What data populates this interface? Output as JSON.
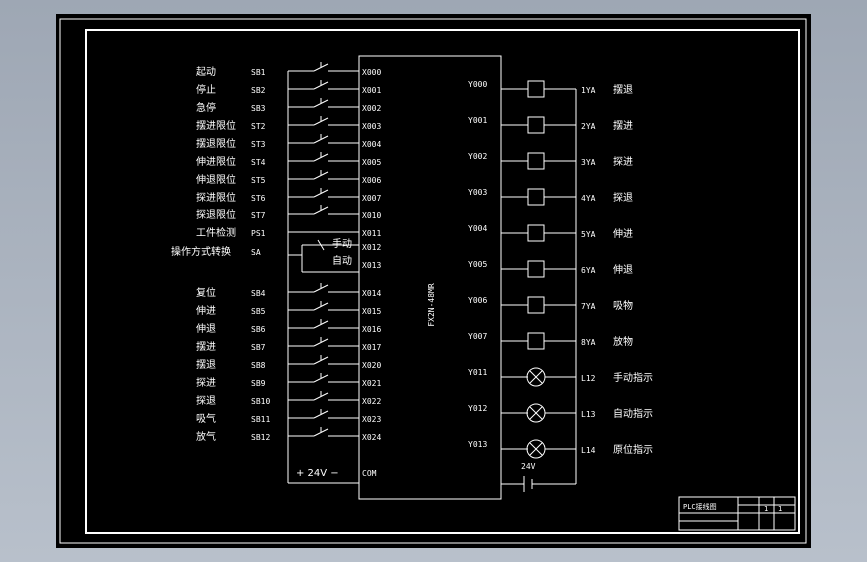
{
  "plc_model": "FX2N-48MR",
  "inputs": [
    {
      "label": "起动",
      "tag": "SB1",
      "terminal": "X000"
    },
    {
      "label": "停止",
      "tag": "SB2",
      "terminal": "X001"
    },
    {
      "label": "急停",
      "tag": "SB3",
      "terminal": "X002"
    },
    {
      "label": "摆进限位",
      "tag": "ST2",
      "terminal": "X003"
    },
    {
      "label": "摆退限位",
      "tag": "ST3",
      "terminal": "X004"
    },
    {
      "label": "伸进限位",
      "tag": "ST4",
      "terminal": "X005"
    },
    {
      "label": "伸退限位",
      "tag": "ST5",
      "terminal": "X006"
    },
    {
      "label": "探进限位",
      "tag": "ST6",
      "terminal": "X007"
    },
    {
      "label": "探退限位",
      "tag": "ST7",
      "terminal": "X010"
    },
    {
      "label": "工件检测",
      "tag": "PS1",
      "terminal": "X011"
    }
  ],
  "selector": {
    "label": "操作方式转换",
    "tag": "SA",
    "opt1": "手动",
    "opt2": "自动",
    "terminal1": "X012",
    "terminal2": "X013"
  },
  "inputs2": [
    {
      "label": "复位",
      "tag": "SB4",
      "terminal": "X014"
    },
    {
      "label": "伸进",
      "tag": "SB5",
      "terminal": "X015"
    },
    {
      "label": "伸退",
      "tag": "SB6",
      "terminal": "X016"
    },
    {
      "label": "摆进",
      "tag": "SB7",
      "terminal": "X017"
    },
    {
      "label": "摆退",
      "tag": "SB8",
      "terminal": "X020"
    },
    {
      "label": "探进",
      "tag": "SB9",
      "terminal": "X021"
    },
    {
      "label": "探退",
      "tag": "SB10",
      "terminal": "X022"
    },
    {
      "label": "吸气",
      "tag": "SB11",
      "terminal": "X023"
    },
    {
      "label": "放气",
      "tag": "SB12",
      "terminal": "X024"
    }
  ],
  "com_terminal": "COM",
  "supply_label": "+ 24V −",
  "outputs": [
    {
      "terminal": "Y000",
      "tag": "1YA",
      "label": "摆退",
      "kind": "coil"
    },
    {
      "terminal": "Y001",
      "tag": "2YA",
      "label": "摆进",
      "kind": "coil"
    },
    {
      "terminal": "Y002",
      "tag": "3YA",
      "label": "探进",
      "kind": "coil"
    },
    {
      "terminal": "Y003",
      "tag": "4YA",
      "label": "探退",
      "kind": "coil"
    },
    {
      "terminal": "Y004",
      "tag": "5YA",
      "label": "伸进",
      "kind": "coil"
    },
    {
      "terminal": "Y005",
      "tag": "6YA",
      "label": "伸退",
      "kind": "coil"
    },
    {
      "terminal": "Y006",
      "tag": "7YA",
      "label": "吸物",
      "kind": "coil"
    },
    {
      "terminal": "Y007",
      "tag": "8YA",
      "label": "放物",
      "kind": "coil"
    },
    {
      "terminal": "Y011",
      "tag": "L12",
      "label": "手动指示",
      "kind": "lamp"
    },
    {
      "terminal": "Y012",
      "tag": "L13",
      "label": "自动指示",
      "kind": "lamp"
    },
    {
      "terminal": "Y013",
      "tag": "L14",
      "label": "原位指示",
      "kind": "lamp"
    }
  ],
  "output_supply": "24V",
  "title_block": {
    "name": "PLC接线图",
    "sheet": "1",
    "count": "1"
  }
}
